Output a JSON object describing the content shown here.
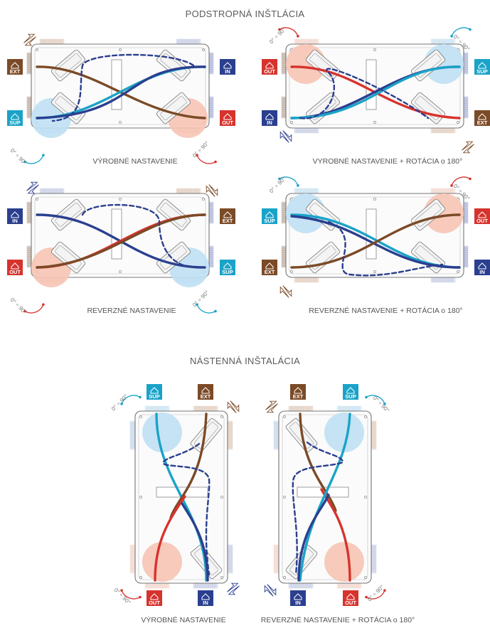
{
  "sections": {
    "ceiling_title": "PODSTROPNÁ INŠTLÁCIA",
    "wall_title": "NÁSTENNÁ INŠTALÁCIA"
  },
  "captions": {
    "c1": "VÝROBNÉ NASTAVENIE",
    "c2": "VYROBNÉ NASTAVENIE + ROTÁCIA o 180°",
    "c3": "REVERZNÉ NASTAVENIE",
    "c4": "REVERZNÉ NASTAVENIE + ROTÁCIA o 180°",
    "c5": "VÝROBNÉ NASTAVENIE",
    "c6": "REVERZNÉ NASTAVENIE + ROTÁCIA o 180°"
  },
  "port_labels": {
    "ext": "EXT",
    "in": "IN",
    "sup": "SUP",
    "out": "OUT"
  },
  "rotation_angle": "0° ÷ 90°",
  "colors": {
    "ext": "#7b4a26",
    "in": "#2b3f8f",
    "sup": "#1aa3c8",
    "out": "#d7332d",
    "warm_zone": "#f6c4b4",
    "cool_zone": "#bfe0f3",
    "rot_arrow_red": "#d7332d",
    "rot_arrow_blue": "#1aa3c8"
  }
}
